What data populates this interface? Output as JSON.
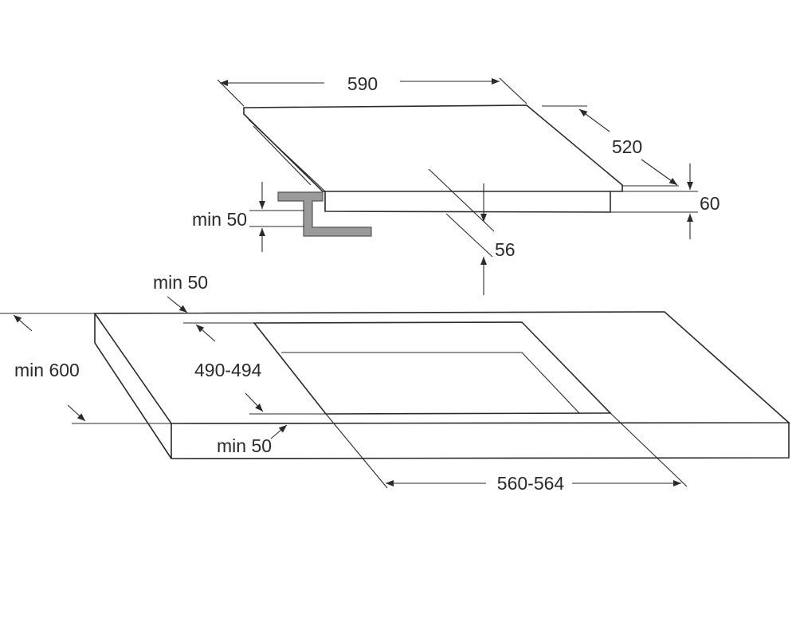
{
  "dimensions": {
    "width_590": "590",
    "depth_520": "520",
    "height_60": "60",
    "min_50_side": "min 50",
    "depth_56": "56",
    "min_50_top": "min 50",
    "min_600": "min 600",
    "cutout_depth": "490-494",
    "min_50_front": "min 50",
    "cutout_width": "560-564"
  },
  "colors": {
    "line": "#2a2a2a",
    "bracket_fill": "#9a9a9a",
    "background": "#ffffff"
  }
}
